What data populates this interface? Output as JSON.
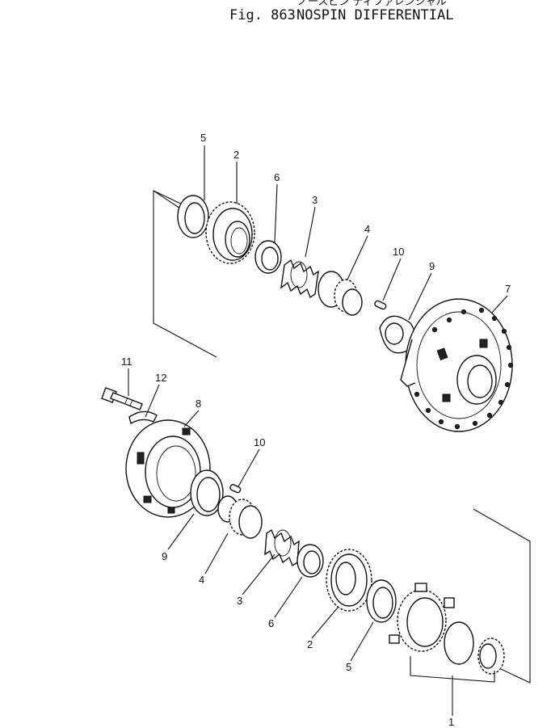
{
  "title": {
    "jp_line": "ノースピン ディファレンシャル",
    "fig_label": "Fig. 863",
    "name": "NOSPIN DIFFERENTIAL"
  },
  "callouts": [
    "5",
    "2",
    "6",
    "3",
    "4",
    "10",
    "9",
    "7",
    "11",
    "12",
    "8",
    "10",
    "9",
    "4",
    "3",
    "6",
    "2",
    "5",
    "1"
  ]
}
